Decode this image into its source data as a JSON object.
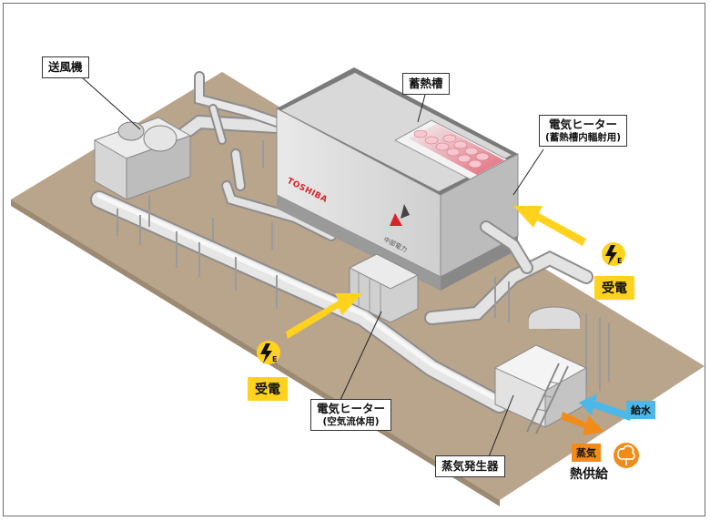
{
  "labels": {
    "fan": "送風機",
    "storage_tank": "蓄熱槽",
    "heater_radiant": "電気ヒーター",
    "heater_radiant_sub": "(蓄熱槽内輻射用)",
    "heater_air": "電気ヒーター",
    "heater_air_sub": "(空気流体用)",
    "steam_generator": "蒸気発生器",
    "power_in_right": "受電",
    "power_in_left": "受電",
    "water_feed": "給水",
    "steam": "蒸気",
    "heat_supply": "熱供給"
  },
  "logos": {
    "toshiba": "TOSHIBA",
    "chubu": "中部電力"
  },
  "colors": {
    "ground": "#b9a48c",
    "arrow_power": "#ffd21e",
    "arrow_water": "#4db8e8",
    "arrow_steam": "#f28c18",
    "heat_icon": "#f28c18",
    "chubu_red": "#d8232a"
  },
  "icons": {
    "power_badge": "lightning-e-icon",
    "heat": "tree-cloud-icon"
  }
}
